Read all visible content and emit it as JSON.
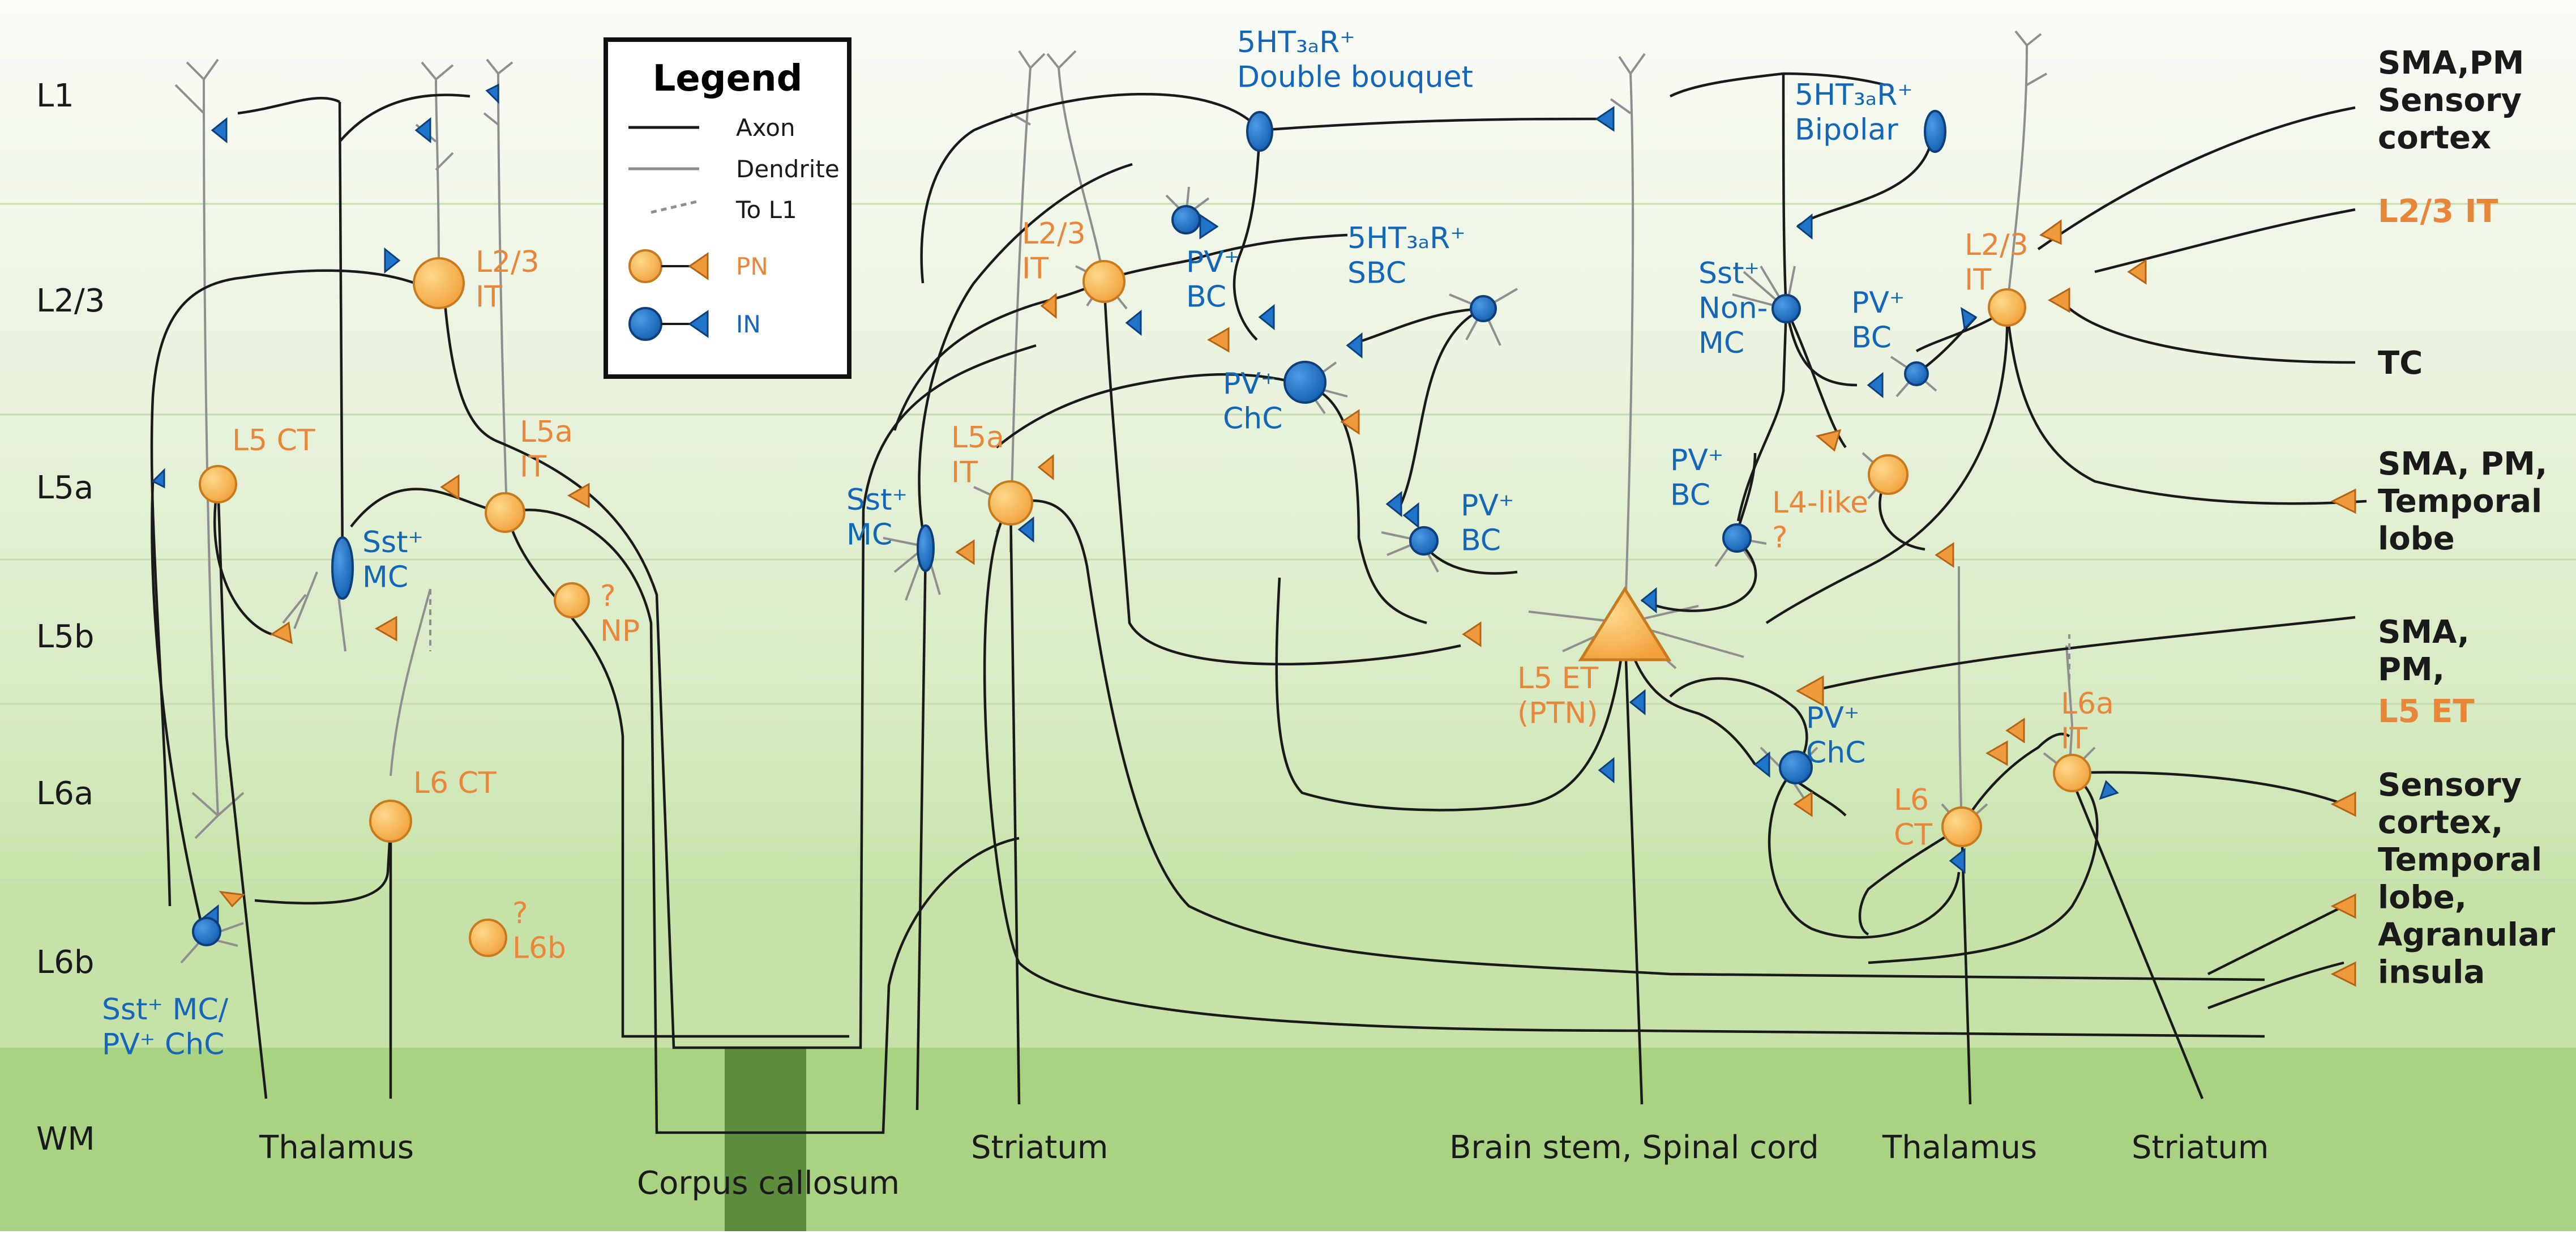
{
  "layers": [
    "L1",
    "L2/3",
    "L5a",
    "L5b",
    "L6a",
    "L6b",
    "WM"
  ],
  "legend": {
    "title": "Legend",
    "axon": "Axon",
    "dendrite": "Dendrite",
    "to_l1": "To L1",
    "pn": "PN",
    "in": "IN"
  },
  "neurons": {
    "l23_it_left": "L2/3\nIT",
    "l5_ct": "L5 CT",
    "l5a_it_left": "L5a\nIT",
    "sst_mc_left": "Sst⁺\nMC",
    "np": "?\nNP",
    "l6_ct_left": "L6 CT",
    "l6b": "?\nL6b",
    "sst_pv_left": "Sst⁺ MC/\nPV⁺ ChC",
    "ht3a_double": "5HT₃ₐR⁺\nDouble bouquet",
    "l23_it_mid": "L2/3\nIT",
    "pv_bc_mid": "PV⁺\nBC",
    "ht3a_sbc": "5HT₃ₐR⁺\nSBC",
    "pv_chc_mid": "PV⁺\nChC",
    "sst_mc_mid": "Sst⁺\nMC",
    "l5a_it_mid": "L5a\nIT",
    "pv_bc_deep": "PV⁺\nBC",
    "l5_et": "L5 ET\n(PTN)",
    "ht3a_bipolar": "5HT₃ₐR⁺\nBipolar",
    "sst_nonmc": "Sst⁺\nNon-\nMC",
    "pv_bc_right": "PV⁺\nBC",
    "l23_it_right": "L2/3\nIT",
    "pv_bc_right2": "PV⁺\nBC",
    "l4_like": "L4-like\n?",
    "pv_chc_right": "PV⁺\nChC",
    "l6_ct_right": "L6\nCT",
    "l6a_it": "L6a\nIT"
  },
  "targets_right": {
    "t1": "SMA,PM\nSensory\ncortex",
    "t2": "L2/3 IT",
    "t3": "TC",
    "t4": "SMA, PM,\nTemporal\nlobe",
    "t5_a": "SMA,\nPM,",
    "t5_b": "L5 ET",
    "t6": "Sensory\ncortex,\nTemporal\nlobe,\nAgranular\ninsula"
  },
  "targets_bottom": {
    "thalamus_left": "Thalamus",
    "corpus_callosum": "Corpus callosum",
    "striatum_left": "Striatum",
    "brainstem": "Brain stem, Spinal cord",
    "thalamus_right": "Thalamus",
    "striatum_right": "Striatum"
  },
  "colors": {
    "pn_fill": "#f7b04f",
    "pn_stroke": "#c77a1e",
    "in_fill": "#1f74c9",
    "in_stroke": "#0d3f7a",
    "pn_text": "#e8873a",
    "in_text": "#1466b8",
    "wm_band": "#a9d282",
    "corpus_callosum": "#5d8c3c"
  }
}
